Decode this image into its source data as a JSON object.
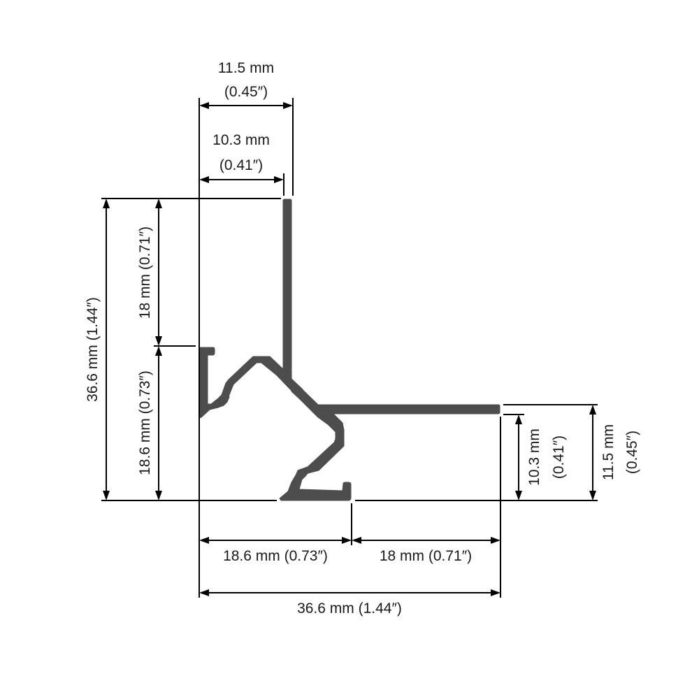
{
  "diagram": {
    "type": "aluminium-corner-profile-cross-section",
    "profile_color": "#4d4d4d",
    "line_color": "#000000",
    "background": "#ffffff"
  },
  "dimensions": {
    "top_outer_width": {
      "mm": "11.5 mm",
      "inch": "(0.45″)"
    },
    "top_inner_width": {
      "mm": "10.3 mm",
      "inch": "(0.41″)"
    },
    "left_total_height": {
      "label": "36.6 mm (1.44″)"
    },
    "left_upper_height": {
      "label": "18 mm (0.71″)"
    },
    "left_lower_height": {
      "label": "18.6 mm (0.73″)"
    },
    "right_inner_height": {
      "mm": "10.3 mm",
      "inch": "(0.41″)"
    },
    "right_outer_height": {
      "mm": "11.5 mm",
      "inch": "(0.45″)"
    },
    "bottom_left_width": {
      "label": "18.6 mm (0.73″)"
    },
    "bottom_right_width": {
      "label": "18 mm (0.71″)"
    },
    "bottom_total_width": {
      "label": "36.6 mm (1.44″)"
    }
  }
}
